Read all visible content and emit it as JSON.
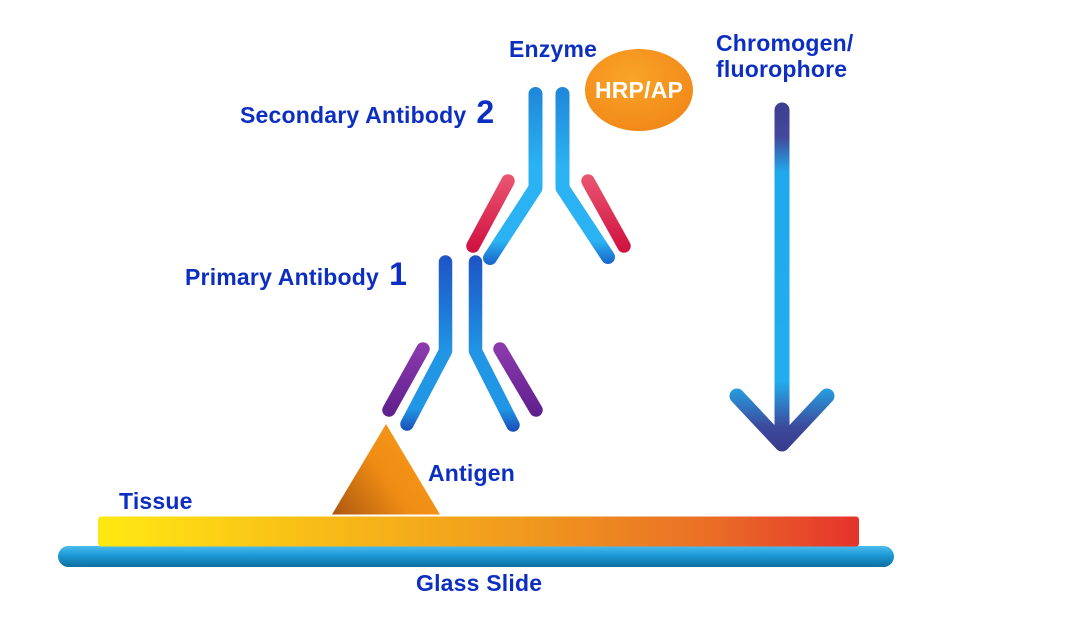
{
  "labels": {
    "enzyme": "Enzyme",
    "enzyme_tag": "HRP/AP",
    "secondary_antibody": "Secondary Antibody",
    "secondary_number": "2",
    "primary_antibody": "Primary Antibody",
    "primary_number": "1",
    "chromogen_line1": "Chromogen/",
    "chromogen_line2": "fluorophore",
    "antigen": "Antigen",
    "tissue": "Tissue",
    "glass_slide": "Glass Slide"
  },
  "colors": {
    "label-blue": "#0d2fc1",
    "enzyme-orange": "#f68b1f",
    "secondary-cyan": "#2bb2f2",
    "secondary-tip-red": "#d61549",
    "primary-blue": "#1f64cc",
    "primary-tip-purple": "#7b2f9f",
    "antigen-orange": "#f5941c",
    "tissue-yellow": "#ffe912",
    "tissue-red": "#e5332c",
    "slide-blue": "#1f9cd9",
    "arrow-cyan": "#22aeee",
    "arrow-indigo": "#3d3f90"
  }
}
